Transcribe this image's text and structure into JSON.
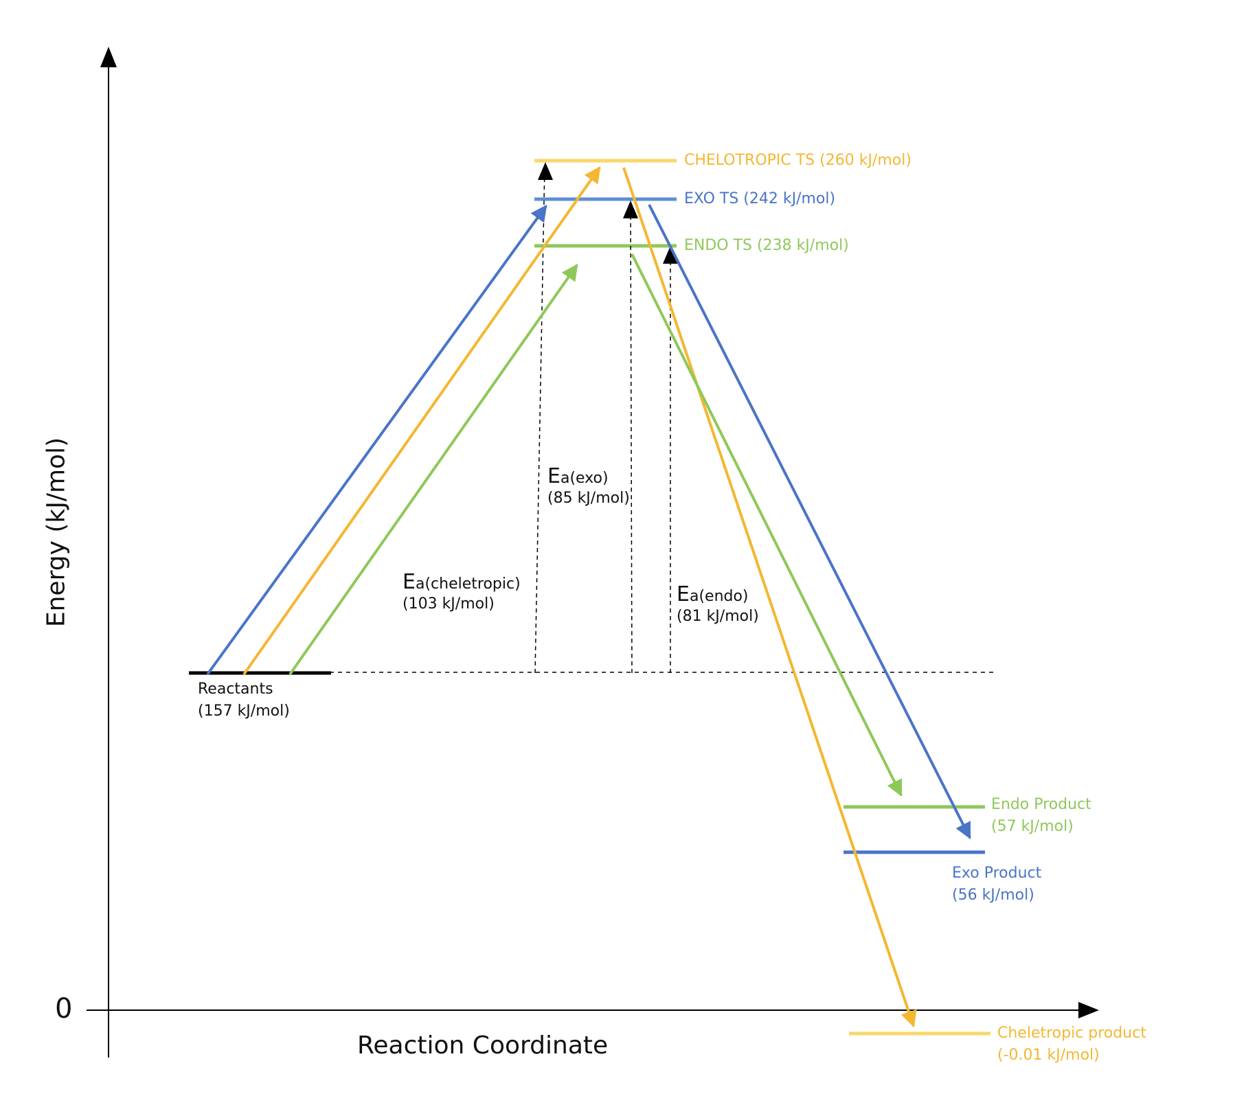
{
  "axes": {
    "x_label": "Reaction Coordinate",
    "y_label": "Energy (kJ/mol)",
    "zero_label": "0"
  },
  "levels": {
    "reactants": {
      "name": "Reactants",
      "value": "(157 kJ/mol)",
      "energy": 157
    },
    "cheletropic_ts": {
      "label": "CHELOTROPIC TS (260 kJ/mol)",
      "energy": 260
    },
    "exo_ts": {
      "label": "EXO TS (242 kJ/mol)",
      "energy": 242
    },
    "endo_ts": {
      "label": "ENDO TS (238 kJ/mol)",
      "energy": 238
    },
    "endo_product": {
      "name": "Endo Product",
      "value": "(57 kJ/mol)",
      "energy": 57
    },
    "exo_product": {
      "name": "Exo Product",
      "value": "(56 kJ/mol)",
      "energy": 56
    },
    "cheletropic_product": {
      "name": "Cheletropic product",
      "value": "(-0.01 kJ/mol)",
      "energy": -0.01
    }
  },
  "activation": {
    "exo": {
      "E": "E",
      "sub": "a(exo)",
      "value": "(85 kJ/mol)"
    },
    "cheletropic": {
      "E": "E",
      "sub": "a(cheletropic)",
      "value": "(103 kJ/mol)"
    },
    "endo": {
      "E": "E",
      "sub": "a(endo)",
      "value": "(81 kJ/mol)"
    }
  },
  "colors": {
    "cheletropic": "#f4b731",
    "cheletropic_level": "#fad76a",
    "exo": "#4a74c8",
    "exo_level": "#5b8fd6",
    "endo": "#8fc85a",
    "axis": "#000000"
  }
}
